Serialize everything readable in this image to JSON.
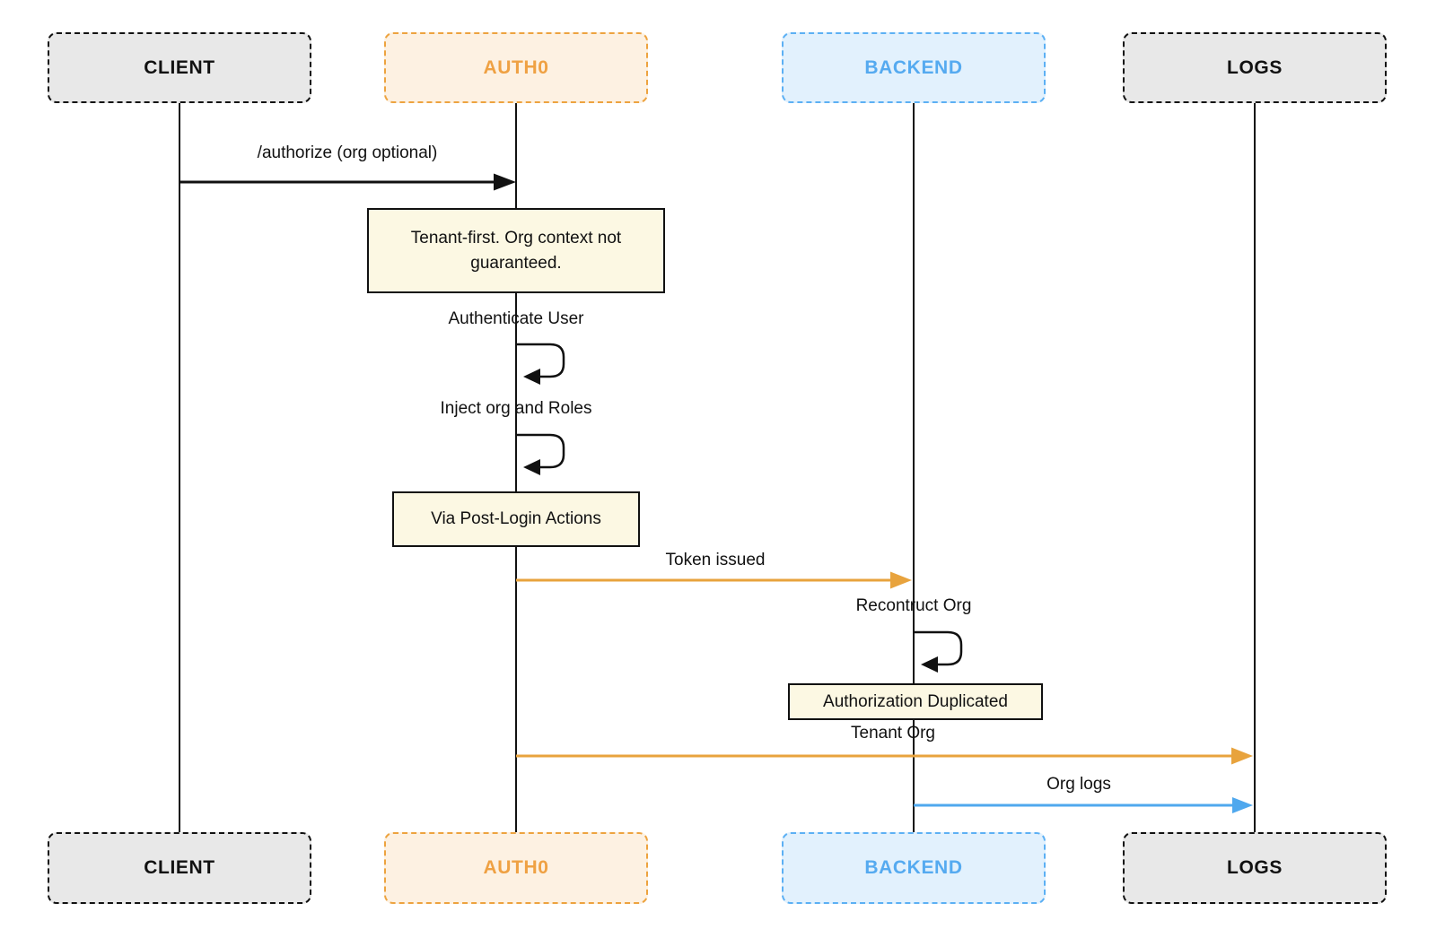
{
  "diagram": {
    "type": "sequence",
    "actors": [
      {
        "id": "client",
        "label": "CLIENT"
      },
      {
        "id": "auth0",
        "label": "AUTH0"
      },
      {
        "id": "backend",
        "label": "BACKEND"
      },
      {
        "id": "logs",
        "label": "LOGS"
      }
    ],
    "messages": [
      {
        "label": "/authorize (org optional)",
        "from": "CLIENT",
        "to": "AUTH0",
        "style": "black-solid"
      },
      {
        "label": "Authenticate User",
        "from": "AUTH0",
        "to": "AUTH0",
        "style": "self-loop"
      },
      {
        "label": "Inject org and Roles",
        "from": "AUTH0",
        "to": "AUTH0",
        "style": "self-loop"
      },
      {
        "label": "Token issued",
        "from": "AUTH0",
        "to": "BACKEND",
        "style": "orange-solid"
      },
      {
        "label": "Recontruct Org",
        "from": "BACKEND",
        "to": "BACKEND",
        "style": "self-loop"
      },
      {
        "label": "Tenant Org",
        "from": "AUTH0",
        "to": "LOGS",
        "style": "orange-solid"
      },
      {
        "label": "Org logs",
        "from": "BACKEND",
        "to": "LOGS",
        "style": "blue-solid"
      }
    ],
    "notes": [
      {
        "text": "Tenant-first. Org context not guaranteed.",
        "over": "AUTH0"
      },
      {
        "text": "Via Post-Login Actions",
        "over": "AUTH0"
      },
      {
        "text": "Authorization Duplicated",
        "over": "BACKEND"
      }
    ],
    "colors": {
      "background": "#FFFFFF",
      "actor_gray_fill": "#E8E8E8",
      "actor_gray_border": "#111111",
      "auth0_fill": "#FDF1E2",
      "auth0_accent": "#EDA33F",
      "backend_fill": "#E2F1FD",
      "backend_accent": "#55AAF0",
      "note_fill": "#FCF8E3",
      "note_border": "#111111",
      "arrow_black": "#111111",
      "arrow_orange": "#E8A33D",
      "arrow_blue": "#4FA8EE"
    }
  }
}
